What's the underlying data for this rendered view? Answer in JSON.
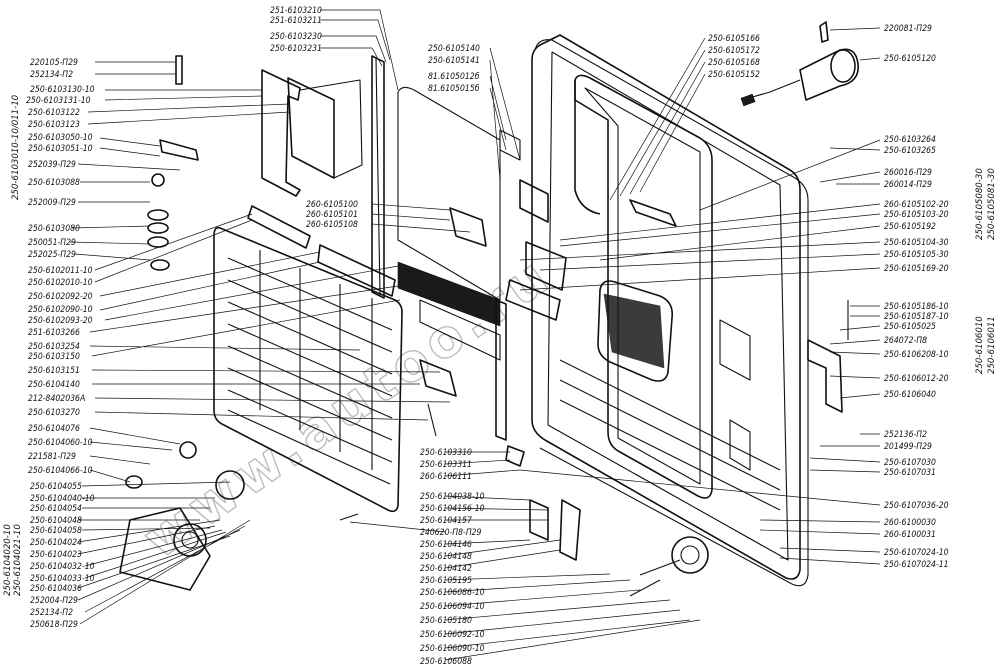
{
  "watermark": "www.autoo.ru",
  "vertical_labels": {
    "left_top": "250-6103010-10/011-10",
    "left_bottom_a": "250-6104020-10",
    "left_bottom_b": "250-6104021-10",
    "right_top_a": "250-6105080-30",
    "right_top_b": "250-6105081-30",
    "right_mid_a": "250-6106010",
    "right_mid_b": "250-6106011"
  },
  "labels_left": [
    "220105-П29",
    "252134-П2",
    "250-6103130-10",
    "250-6103131-10",
    "250-6103122",
    "250-6103123",
    "250-6103050-10",
    "250-6103051-10",
    "252039-П29",
    "250-6103088",
    "252009-П29",
    "250-6103080",
    "250051-П29",
    "252025-П29",
    "250-6102011-10",
    "250-6102010-10",
    "250-6102092-20",
    "250-6102090-10",
    "250-6102093-20",
    "251-6103266",
    "250-6103254",
    "250-6103150",
    "250-6103151",
    "250-6104140",
    "212-8402036А",
    "250-6103270",
    "250-6104076",
    "250-6104060-10",
    "221581-П29",
    "250-6104066-10",
    "250-6104055",
    "250-6104040-10",
    "250-6104054",
    "250-6104048",
    "250-6104058",
    "250-6104024",
    "250-6104023",
    "250-6104032-10",
    "250-6104033-10",
    "250-6104036",
    "252004-П29",
    "252134-П2",
    "250618-П29"
  ],
  "labels_top": [
    "251-6103210",
    "251-6103211",
    "250-6103230",
    "250-6103231",
    "250-6105140",
    "250-6105141",
    "81.6105012б",
    "81.6105015б",
    "260-6105100",
    "260-6105101",
    "260-6105108"
  ],
  "labels_right": [
    "220081-П29",
    "250-6105166",
    "250-6105172",
    "250-6105168",
    "250-6105152",
    "250-6105120",
    "250-6103264",
    "250-6103265",
    "260016-П29",
    "260014-П29",
    "260-6105102-20",
    "250-6105103-20",
    "250-6105192",
    "250-6105104-30",
    "250-6105105-30",
    "250-6105169-20",
    "250-6105186-10",
    "250-6105187-10",
    "250-6105025",
    "264072-П8",
    "250-6106208-10",
    "250-6106012-20",
    "250-6106040",
    "252136-П2",
    "201499-П29",
    "250-6107030",
    "250-6107031",
    "250-6107036-20",
    "260-6100030",
    "260-6100031",
    "250-6107024-10",
    "250-6107024-11"
  ],
  "labels_bottom": [
    "250-6103310",
    "250-6103311",
    "260-6106111",
    "250-6104038-10",
    "250-6104156-10",
    "250-6104157",
    "240620-П8-П29",
    "250-6104146",
    "250-6104148",
    "250-6104142",
    "250-6105195",
    "250-6106086-10",
    "250-6106094-10",
    "250-6105180",
    "250-6106092-10",
    "250-6106090-10",
    "250-6106088"
  ]
}
